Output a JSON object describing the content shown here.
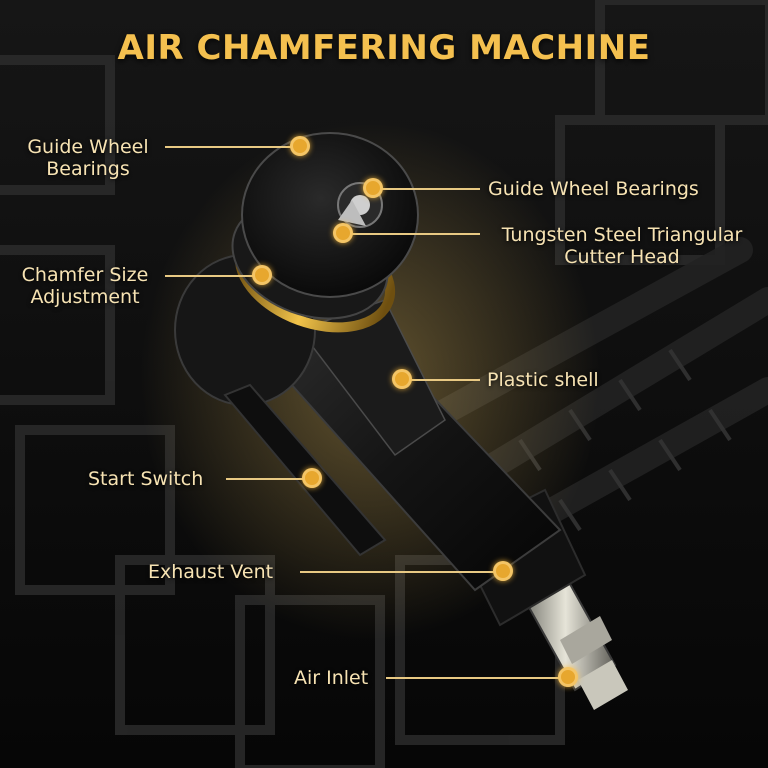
{
  "title": "AIR CHAMFERING MACHINE",
  "callouts": {
    "guide_wheel_bearings_left": "Guide Wheel\nBearings",
    "guide_wheel_bearings_right": "Guide Wheel Bearings",
    "cutter_head": "Tungsten Steel Triangular\nCutter Head",
    "chamfer_size_adjustment": "Chamfer Size\nAdjustment",
    "plastic_shell": "Plastic shell",
    "start_switch": "Start Switch",
    "exhaust_vent": "Exhaust Vent",
    "air_inlet": "Air Inlet"
  },
  "colors": {
    "title": "#f4c04f",
    "label_text": "#f7e3b3",
    "callout_line": "#e8c983",
    "marker": "#e7a72e",
    "accent_ring": "#c99a2a"
  }
}
